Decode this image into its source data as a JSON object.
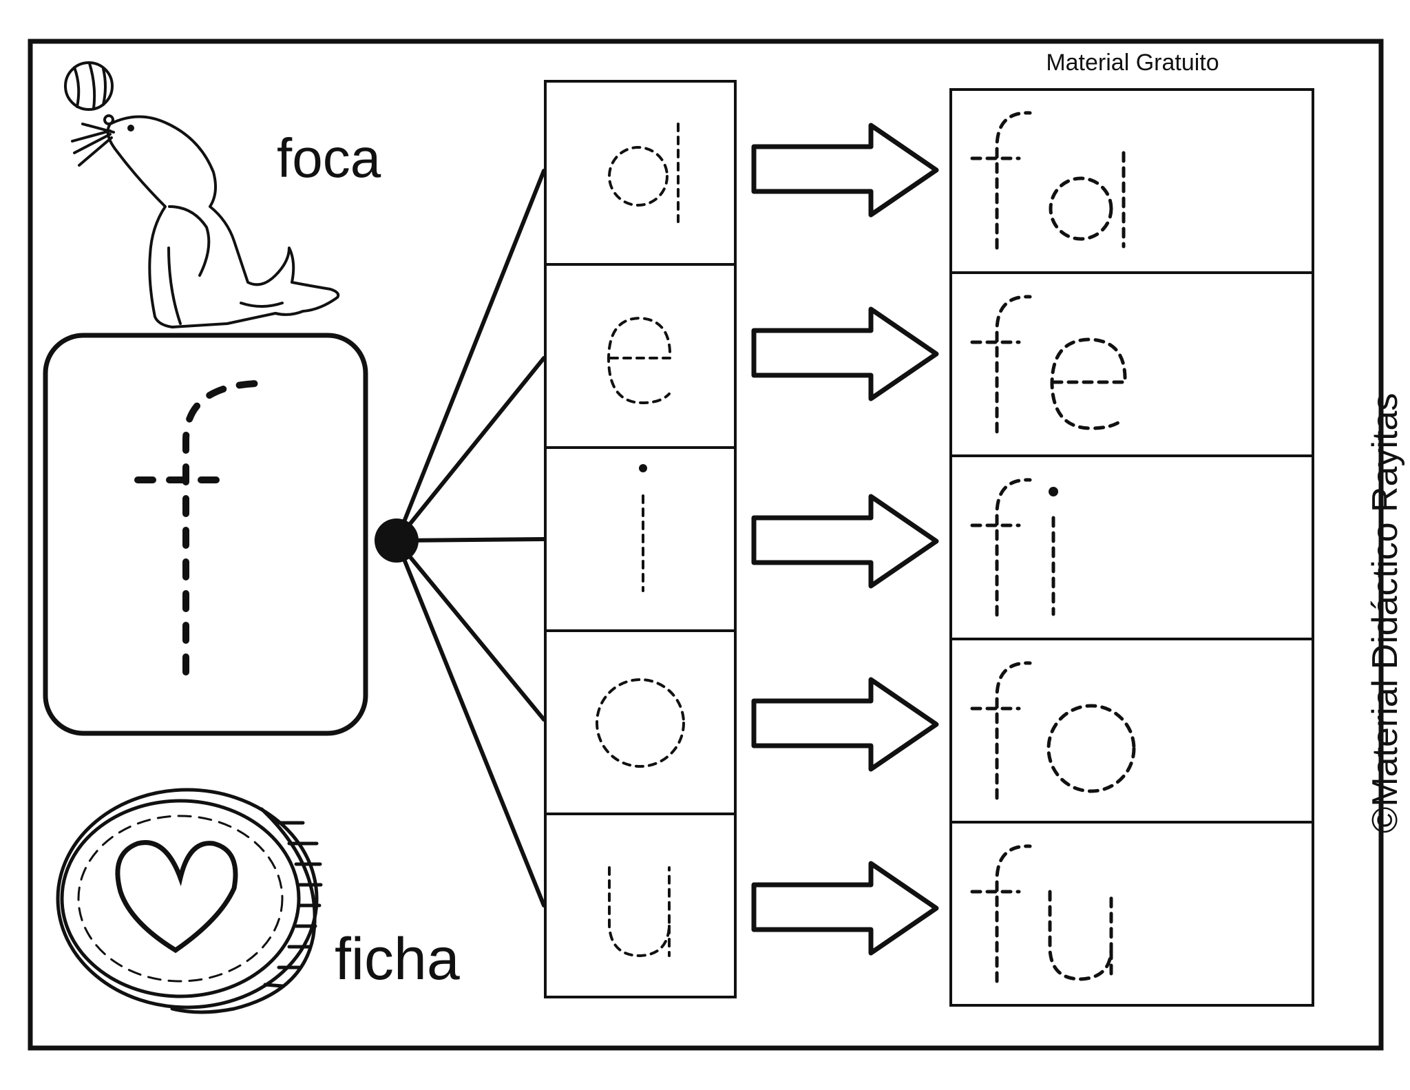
{
  "header": {
    "label": "Material Gratuito"
  },
  "footer": {
    "credit": "©Material Didáctico Rayitas"
  },
  "words": {
    "top": "foca",
    "bottom": "ficha"
  },
  "center_letter": "f",
  "vowels": [
    "a",
    "e",
    "i",
    "o",
    "u"
  ],
  "syllables": [
    "fa",
    "fe",
    "fi",
    "fo",
    "fu"
  ],
  "colors": {
    "ink": "#111111",
    "paper": "#ffffff"
  },
  "icons": [
    "seal-with-ball-icon",
    "heart-coin-icon",
    "right-arrow-icon"
  ]
}
